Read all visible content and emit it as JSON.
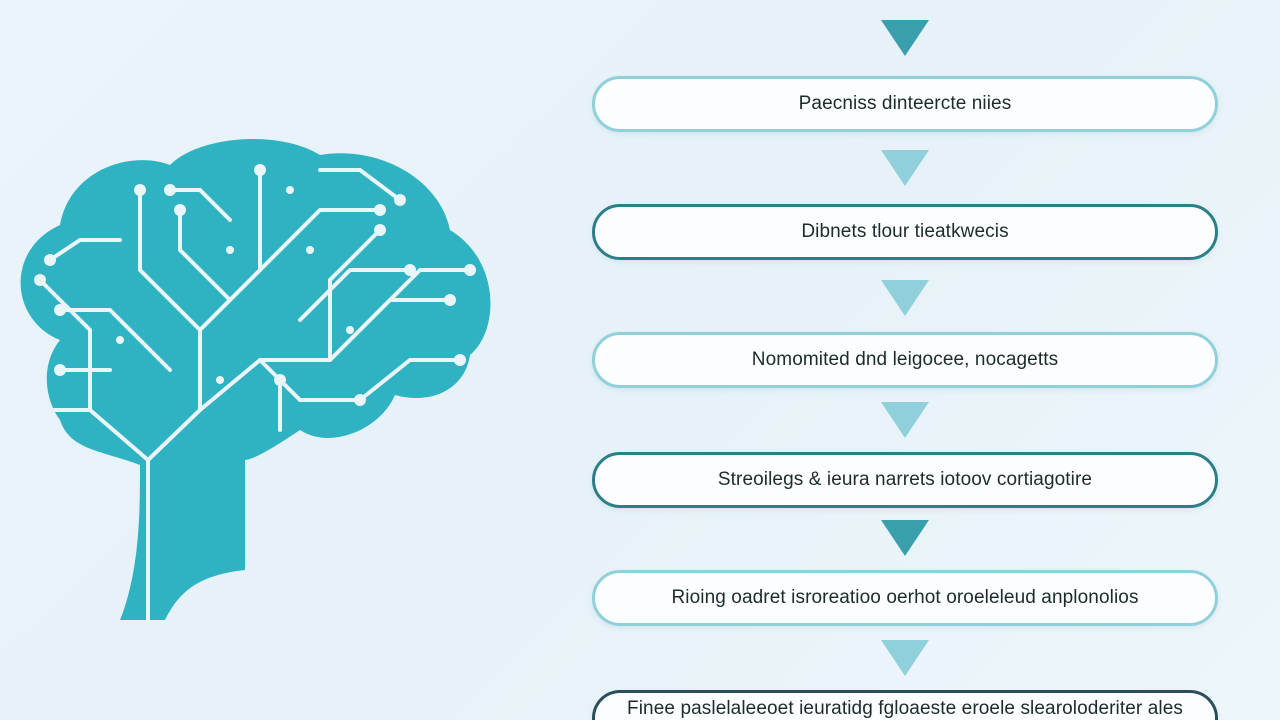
{
  "colors": {
    "background": "#eaf4fa",
    "brain": "#2fb3c2",
    "arrow_dark": "#3a9fad",
    "arrow_light": "#8fd0da",
    "pill_border_dark": "#2a7f89",
    "pill_border_light": "#8fd0da"
  },
  "icons": {
    "brain": "brain-circuit-icon",
    "arrow": "triangle-down-icon"
  },
  "steps": [
    {
      "label": "Paecniss dinteercte niies"
    },
    {
      "label": "Dibnets tlour tieatkwecis"
    },
    {
      "label": "Nomomited dnd leigocee, nocagetts"
    },
    {
      "label": "Streoilegs & ieura narrets iotoov cortiagotire"
    },
    {
      "label": "Rioing oadret isroreatioo oerhot oroeleleud anplonolios"
    },
    {
      "label": "Finee paslelaleeoet ieuratidg fgloaeste eroele slearoloderiter ales"
    }
  ]
}
